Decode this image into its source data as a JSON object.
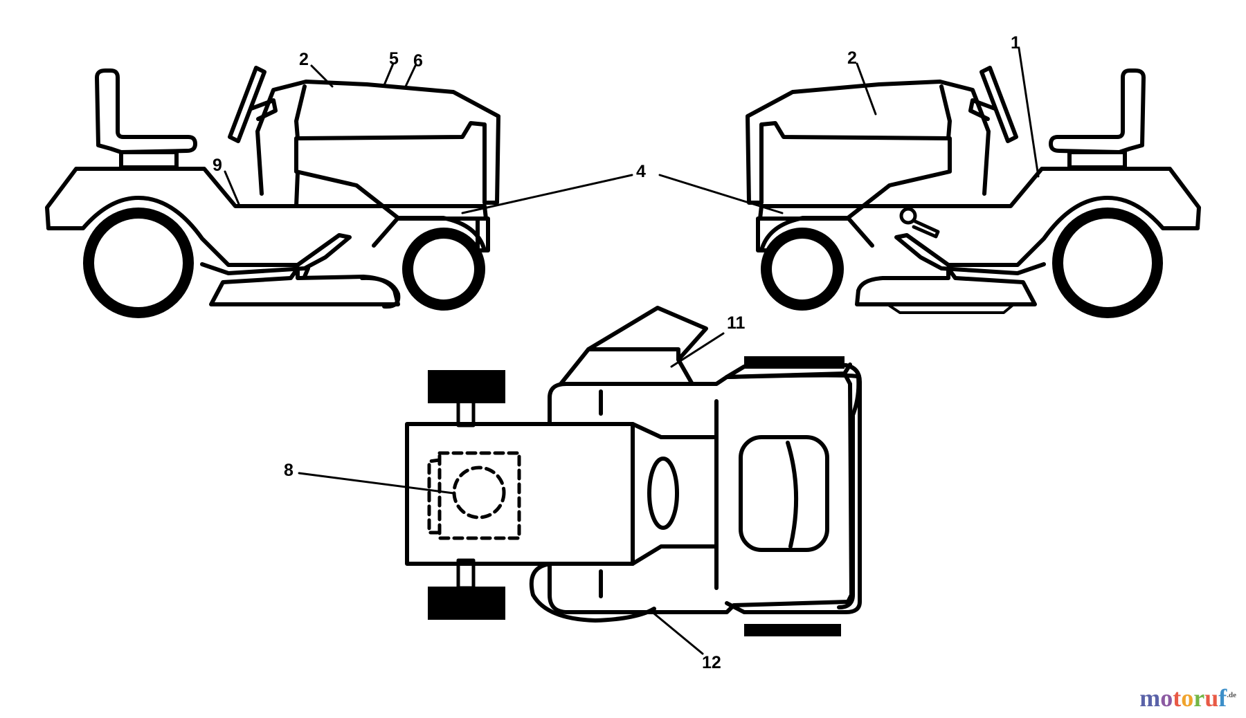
{
  "callouts": {
    "left_mower": {
      "hood": "2",
      "label_5": "5",
      "label_6": "6",
      "label_9": "9"
    },
    "shared": {
      "label_4": "4"
    },
    "right_mower": {
      "hood": "2",
      "label_1": "1"
    },
    "top_view": {
      "label_8": "8",
      "label_11": "11",
      "label_12": "12"
    }
  },
  "watermark": {
    "letters": [
      "m",
      "o",
      "t",
      "o",
      "r",
      "u",
      "f"
    ],
    "letter_colors": [
      "#5a62a8",
      "#8c5aa2",
      "#e85a46",
      "#f0a32c",
      "#73b646",
      "#e85a46",
      "#3d8fc9"
    ],
    "suffix": ".de"
  },
  "colors": {
    "line": "#000000",
    "background": "#ffffff"
  }
}
